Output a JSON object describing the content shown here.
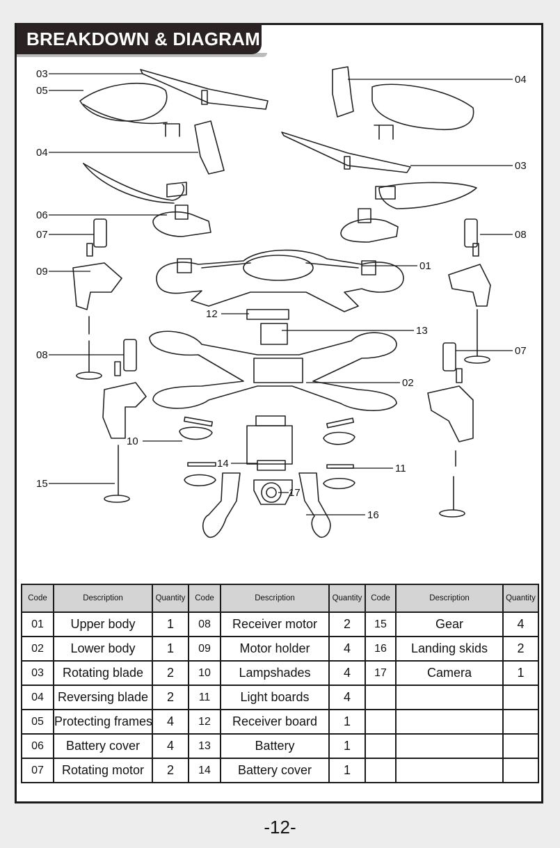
{
  "page": {
    "title": "BREAKDOWN & DIAGRAM",
    "page_number": "-12-"
  },
  "callouts": [
    {
      "id": "c03a",
      "label": "03"
    },
    {
      "id": "c05",
      "label": "05"
    },
    {
      "id": "c04a",
      "label": "04"
    },
    {
      "id": "c06",
      "label": "06"
    },
    {
      "id": "c07a",
      "label": "07"
    },
    {
      "id": "c09",
      "label": "09"
    },
    {
      "id": "c08a",
      "label": "08"
    },
    {
      "id": "c10",
      "label": "10"
    },
    {
      "id": "c15",
      "label": "15"
    },
    {
      "id": "c04b",
      "label": "04"
    },
    {
      "id": "c03b",
      "label": "03"
    },
    {
      "id": "c08b",
      "label": "08"
    },
    {
      "id": "c01",
      "label": "01"
    },
    {
      "id": "c12",
      "label": "12"
    },
    {
      "id": "c13",
      "label": "13"
    },
    {
      "id": "c07b",
      "label": "07"
    },
    {
      "id": "c02",
      "label": "02"
    },
    {
      "id": "c14",
      "label": "14"
    },
    {
      "id": "c11",
      "label": "11"
    },
    {
      "id": "c17",
      "label": "17"
    },
    {
      "id": "c16",
      "label": "16"
    }
  ],
  "table": {
    "headers": [
      "Code",
      "Description",
      "Quantity",
      "Code",
      "Description",
      "Quantity",
      "Code",
      "Description",
      "Quantity"
    ],
    "rows": [
      [
        {
          "code": "01",
          "desc": "Upper body",
          "qty": "1"
        },
        {
          "code": "08",
          "desc": "Receiver motor",
          "qty": "2"
        },
        {
          "code": "15",
          "desc": "Gear",
          "qty": "4"
        }
      ],
      [
        {
          "code": "02",
          "desc": "Lower body",
          "qty": "1"
        },
        {
          "code": "09",
          "desc": "Motor holder",
          "qty": "4"
        },
        {
          "code": "16",
          "desc": "Landing skids",
          "qty": "2"
        }
      ],
      [
        {
          "code": "03",
          "desc": "Rotating blade",
          "qty": "2"
        },
        {
          "code": "10",
          "desc": "Lampshades",
          "qty": "4"
        },
        {
          "code": "17",
          "desc": "Camera",
          "qty": "1"
        }
      ],
      [
        {
          "code": "04",
          "desc": "Reversing blade",
          "qty": "2"
        },
        {
          "code": "11",
          "desc": "Light boards",
          "qty": "4"
        },
        {
          "code": "",
          "desc": "",
          "qty": ""
        }
      ],
      [
        {
          "code": "05",
          "desc": "Protecting frames",
          "qty": "4"
        },
        {
          "code": "12",
          "desc": "Receiver board",
          "qty": "1"
        },
        {
          "code": "",
          "desc": "",
          "qty": ""
        }
      ],
      [
        {
          "code": "06",
          "desc": "Battery  cover",
          "qty": "4"
        },
        {
          "code": "13",
          "desc": "Battery",
          "qty": "1"
        },
        {
          "code": "",
          "desc": "",
          "qty": ""
        }
      ],
      [
        {
          "code": "07",
          "desc": "Rotating motor",
          "qty": "2"
        },
        {
          "code": "14",
          "desc": "Battery cover",
          "qty": "1"
        },
        {
          "code": "",
          "desc": "",
          "qty": ""
        }
      ]
    ]
  }
}
